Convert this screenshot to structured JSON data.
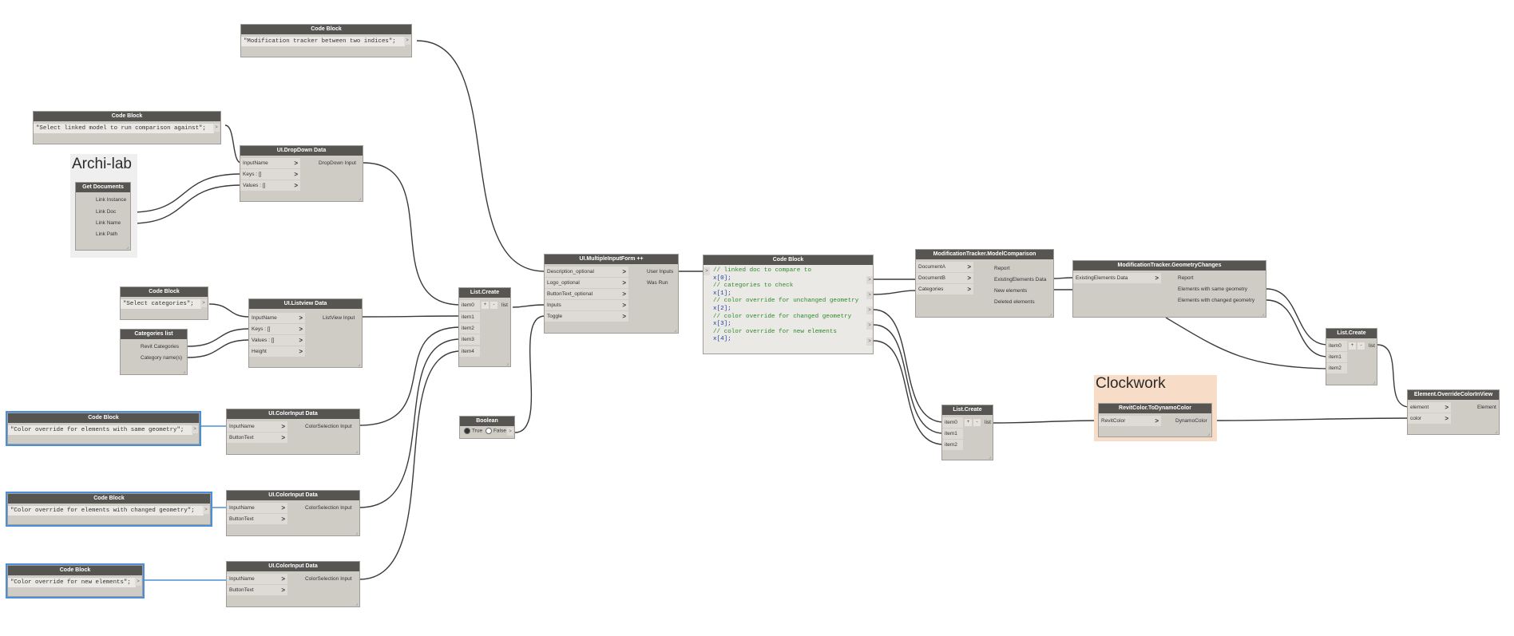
{
  "groups": {
    "archilab": "Archi-lab",
    "clockwork": "Clockwork"
  },
  "colors": {
    "group_archilab": "#efefef",
    "group_clockwork": "#f7dcc7",
    "node_header": "#575552",
    "node_body": "#cfccc6",
    "wire": "#3a3a3a",
    "selected_wire": "#4a90d9",
    "comment": "#2e8b2e",
    "variable": "#1d3f9a"
  },
  "nodes": {
    "cb_title": {
      "title": "Code Block",
      "code": "\"Modification tracker between two indices\";"
    },
    "cb_linked": {
      "title": "Code Block",
      "code": "\"Select linked model to run comparison against\";"
    },
    "dropdown": {
      "title": "UI.DropDown Data",
      "inputs": [
        "InputName",
        "Keys : []",
        "Values : []"
      ],
      "outputs": [
        "DropDown Input"
      ]
    },
    "getdocs": {
      "title": "Get Documents",
      "outputs": [
        "Link Instance",
        "Link Doc",
        "Link Name",
        "Link Path"
      ]
    },
    "cb_cats": {
      "title": "Code Block",
      "code": "\"Select categories\";"
    },
    "catlist": {
      "title": "Categories list",
      "outputs": [
        "Revit Categories",
        "Category name(s)"
      ]
    },
    "listview": {
      "title": "UI.Listview Data",
      "inputs": [
        "InputName",
        "Keys : []",
        "Values : []",
        "Height"
      ],
      "outputs": [
        "ListView Input"
      ]
    },
    "listcreate1": {
      "title": "List.Create",
      "inputs": [
        "item0",
        "item1",
        "item2",
        "item3",
        "item4"
      ],
      "outputs": [
        "list"
      ],
      "buttons": [
        "+",
        "-"
      ]
    },
    "boolean": {
      "title": "Boolean",
      "options": [
        "True",
        "False"
      ],
      "selected": "True"
    },
    "cb_same": {
      "title": "Code Block",
      "code": "\"Color override for elements with same geometry\";"
    },
    "cb_changed": {
      "title": "Code Block",
      "code": "\"Color override for elements with changed geometry\";"
    },
    "cb_new": {
      "title": "Code Block",
      "code": "\"Color override for new elements\";"
    },
    "color1": {
      "title": "UI.ColorInput Data",
      "inputs": [
        "InputName",
        "ButtonText"
      ],
      "outputs": [
        "ColorSelection Input"
      ]
    },
    "color2": {
      "title": "UI.ColorInput Data",
      "inputs": [
        "InputName",
        "ButtonText"
      ],
      "outputs": [
        "ColorSelection Input"
      ]
    },
    "color3": {
      "title": "UI.ColorInput Data",
      "inputs": [
        "InputName",
        "ButtonText"
      ],
      "outputs": [
        "ColorSelection Input"
      ]
    },
    "multiform": {
      "title": "UI.MultipleInputForm ++",
      "inputs": [
        "Description_optional",
        "Logo_optional",
        "ButtonText_optional",
        "Inputs",
        "Toggle"
      ],
      "outputs": [
        "User Inputs",
        "Was Run"
      ]
    },
    "cb_main": {
      "title": "Code Block",
      "lines": [
        {
          "type": "comment",
          "text": "// linked doc to compare to"
        },
        {
          "type": "code",
          "text": "x[0];"
        },
        {
          "type": "comment",
          "text": "// categories to check"
        },
        {
          "type": "code",
          "text": "x[1];"
        },
        {
          "type": "comment",
          "text": "// color override for unchanged geometry"
        },
        {
          "type": "code",
          "text": "x[2];"
        },
        {
          "type": "comment",
          "text": "// color override for changed geometry"
        },
        {
          "type": "code",
          "text": "x[3];"
        },
        {
          "type": "comment",
          "text": "// color override for new elements"
        },
        {
          "type": "code",
          "text": "x[4];"
        }
      ]
    },
    "modcompare": {
      "title": "ModificationTracker.ModelComparison",
      "inputs": [
        "DocumentA",
        "DocumentB",
        "Categories"
      ],
      "outputs": [
        "Report",
        "ExistingElements Data",
        "New elements",
        "Deleted elements"
      ]
    },
    "geochanges": {
      "title": "ModificationTracker.GeometryChanges",
      "inputs": [
        "ExistingElements Data"
      ],
      "outputs": [
        "Report",
        "Elements with same geometry",
        "Elements with changed geometry"
      ]
    },
    "listcreate2": {
      "title": "List.Create",
      "inputs": [
        "item0",
        "item1",
        "item2"
      ],
      "outputs": [
        "list"
      ],
      "buttons": [
        "+",
        "-"
      ]
    },
    "listcreate3": {
      "title": "List.Create",
      "inputs": [
        "item0",
        "item1",
        "item2"
      ],
      "outputs": [
        "list"
      ],
      "buttons": [
        "+",
        "-"
      ]
    },
    "revitcolor": {
      "title": "RevitColor.ToDynamoColor",
      "inputs": [
        "RevitColor"
      ],
      "outputs": [
        "DynamoColor"
      ]
    },
    "override": {
      "title": "Element.OverrideColorInView",
      "inputs": [
        "element",
        "color"
      ],
      "outputs": [
        "Element"
      ]
    }
  }
}
